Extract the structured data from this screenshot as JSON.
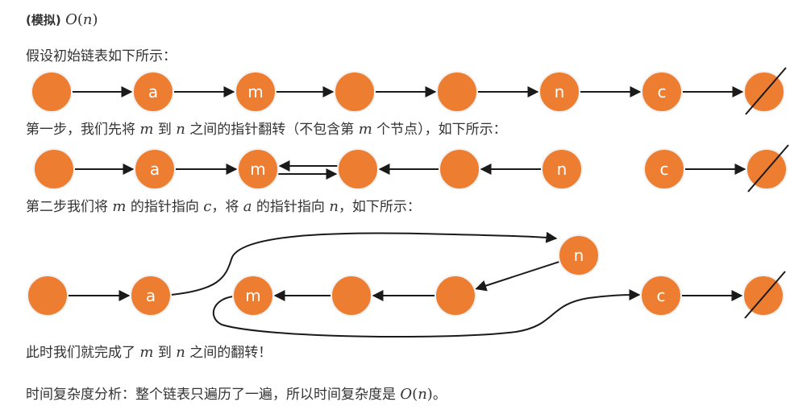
{
  "heading": {
    "bold": "(模拟)",
    "math_prefix": "O",
    "math_arg": "n"
  },
  "intro": "假设初始链表如下所示：",
  "step1": {
    "p1": "第一步，我们先将 ",
    "v1": "m",
    "p2": " 到 ",
    "v2": "n",
    "p3": " 之间的指针翻转（不包含第 ",
    "v3": "m",
    "p4": " 个节点），如下所示："
  },
  "step2": {
    "p1": "第二步我们将 ",
    "v1": "m",
    "p2": " 的指针指向 ",
    "v2": "c",
    "p3": "，将 ",
    "v3": "a",
    "p4": " 的指针指向 ",
    "v4": "n",
    "p5": "，如下所示："
  },
  "done": {
    "p1": "此时我们就完成了 ",
    "v1": "m",
    "p2": " 到 ",
    "v2": "n",
    "p3": " 之间的翻转！"
  },
  "complexity": {
    "p1": "时间复杂度分析：整个链表只遍历了一遍，所以时间复杂度是 ",
    "math_prefix": "O",
    "math_arg": "n",
    "p2": "。"
  },
  "colors": {
    "node": "#ed7d31",
    "node_stroke": "#f2f2f2",
    "arrow": "#1a1a1a"
  },
  "diagram1": {
    "labels": [
      "",
      "a",
      "m",
      "",
      "",
      "n",
      "c",
      "null"
    ]
  },
  "diagram2": {
    "labels": [
      "",
      "a",
      "m",
      "",
      "",
      "n",
      "c",
      "null"
    ]
  },
  "diagram3": {
    "labels": [
      "",
      "a",
      "m",
      "",
      "",
      "n",
      "c",
      "null"
    ]
  }
}
